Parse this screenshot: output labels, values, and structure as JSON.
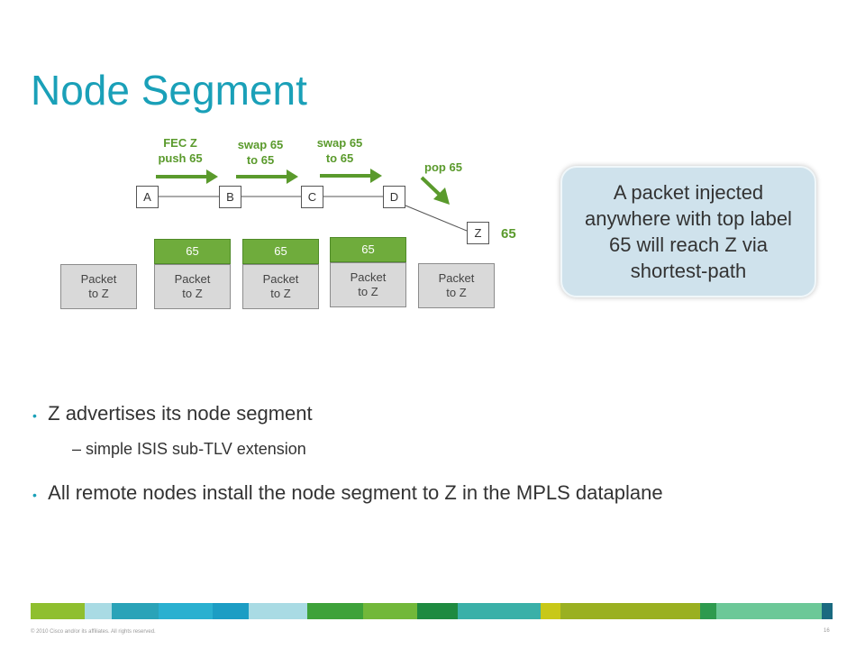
{
  "title": "Node Segment",
  "diagram": {
    "ops": [
      "FEC Z\npush 65",
      "swap 65\nto 65",
      "swap 65\nto 65",
      "pop 65"
    ],
    "nodes": [
      "A",
      "B",
      "C",
      "D",
      "Z"
    ],
    "z_label": "65",
    "label_boxes": [
      "65",
      "65",
      "65"
    ],
    "packet_text": "Packet\nto Z"
  },
  "callout": "A packet injected anywhere with top label 65 will reach Z via shortest-path",
  "bullets": {
    "b1": "Z advertises its node segment",
    "b1_sub": "simple ISIS sub-TLV extension",
    "b2": "All remote nodes install the node segment to Z in the MPLS dataplane"
  },
  "footer": {
    "copyright": "© 2010 Cisco and/or its affiliates. All rights reserved.",
    "page": "16"
  },
  "colors": {
    "title": "#1aa0b8",
    "arrow_green": "#5a9a2c",
    "label_green": "#6fac3c",
    "callout_bg": "#cfe2ec",
    "bar": [
      "#8fbf2f",
      "#a9dbe4",
      "#2aa3b8",
      "#2ab0d0",
      "#1c9dc4",
      "#a9dbe4",
      "#3ea23a",
      "#72b83a",
      "#1e8a40",
      "#3ab0a8",
      "#c8c818",
      "#9ab021",
      "#2e9a4e",
      "#6cc898",
      "#1a6a80"
    ]
  }
}
